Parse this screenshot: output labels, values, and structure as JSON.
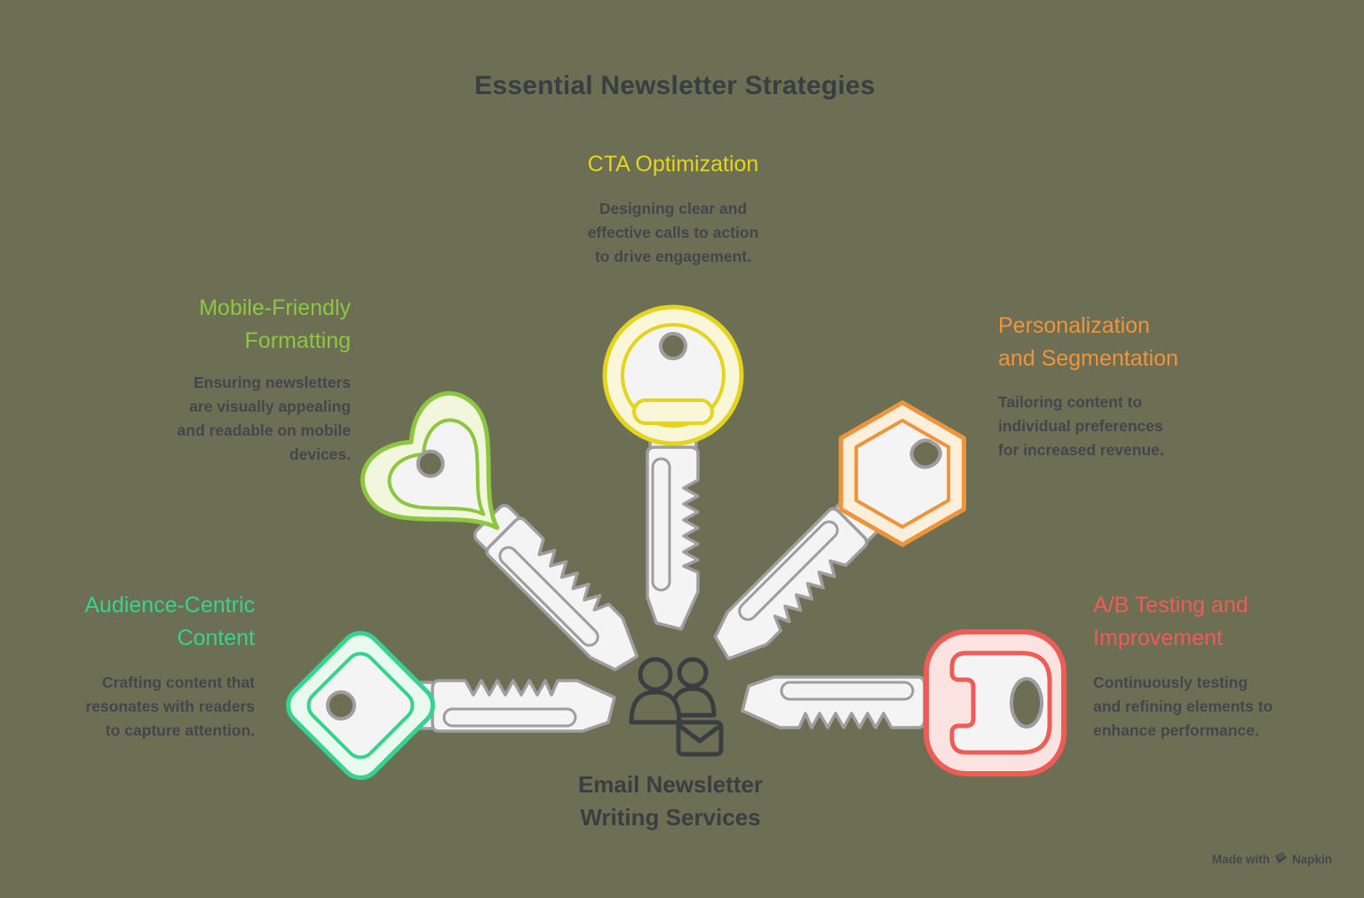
{
  "page": {
    "background": "#6c6f54",
    "title": "Essential Newsletter Strategies",
    "colors": {
      "heading_text": "#3a3e41",
      "body_text": "#43474b",
      "key_gray": "#9e9e9e",
      "key_white": "#f4f4f4"
    },
    "watermark": {
      "prefix": "Made with",
      "brand": "Napkin",
      "icon": "napkin-icon",
      "color": "#45484b"
    }
  },
  "center": {
    "label": "Email Newsletter\nWriting Services",
    "icon": "people-email-icon"
  },
  "strategies": [
    {
      "id": "cta-optimization",
      "icon": "key-icon",
      "key_head_shape": "circle",
      "title": "CTA Optimization",
      "description": "Designing clear and\neffective calls to action\nto drive engagement.",
      "color": "#e3d41e",
      "pale": "#faf6d8"
    },
    {
      "id": "mobile-friendly-formatting",
      "icon": "key-icon",
      "key_head_shape": "clover",
      "title": "Mobile-Friendly\nFormatting",
      "description": "Ensuring newsletters\nare visually appealing\nand readable on mobile\ndevices.",
      "color": "#8dc63f",
      "pale": "#f2f6dc"
    },
    {
      "id": "personalization-and-segmentation",
      "icon": "key-icon",
      "key_head_shape": "hexagon",
      "title": "Personalization\nand Segmentation",
      "description": "Tailoring content to\nindividual preferences\nfor increased revenue.",
      "color": "#ef943b",
      "pale": "#fcefdc"
    },
    {
      "id": "audience-centric-content",
      "icon": "key-icon",
      "key_head_shape": "diamond",
      "title": "Audience-Centric\nContent",
      "description": "Crafting content that\nresonates with readers\nto capture attention.",
      "color": "#35d38d",
      "pale": "#e9f9f0"
    },
    {
      "id": "ab-testing-and-improvement",
      "icon": "key-icon",
      "key_head_shape": "rounded-square",
      "title": "A/B Testing and\nImprovement",
      "description": "Continuously testing\nand refining elements to\nenhance performance.",
      "color": "#ef5c56",
      "pale": "#fbe3e1"
    }
  ]
}
